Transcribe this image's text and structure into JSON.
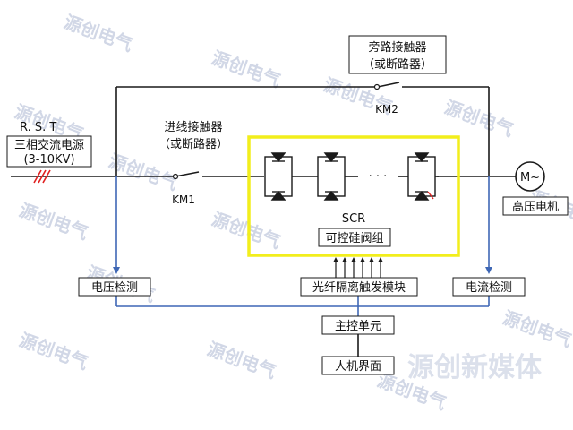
{
  "colors": {
    "wire": "#1a1a1a",
    "control_line": "#3f67b5",
    "scr_frame": "#f2ee1c",
    "phase_marks": "#e02020",
    "watermark": "#9aa7c8"
  },
  "source": {
    "phases": "R.   S. T",
    "name": "三相交流电源",
    "voltage": "(3-10KV)"
  },
  "incoming_contactor": {
    "line1": "进线接触器",
    "line2": "（或断路器）",
    "tag": "KM1"
  },
  "bypass_contactor": {
    "line1": "旁路接触器",
    "line2": "（或断路器）",
    "tag": "KM2"
  },
  "scr": {
    "tag": "SCR",
    "name": "可控硅阀组",
    "ellipsis": "· · ·"
  },
  "motor": {
    "symbol": "M~",
    "name": "高压电机"
  },
  "blocks": {
    "voltage_detect": "电压检测",
    "fiber_trigger": "光纤隔离触发模块",
    "current_detect": "电流检测",
    "main_control": "主控单元",
    "hmi": "人机界面"
  },
  "watermark": {
    "small": "源创电气",
    "big": "源创新媒体"
  }
}
